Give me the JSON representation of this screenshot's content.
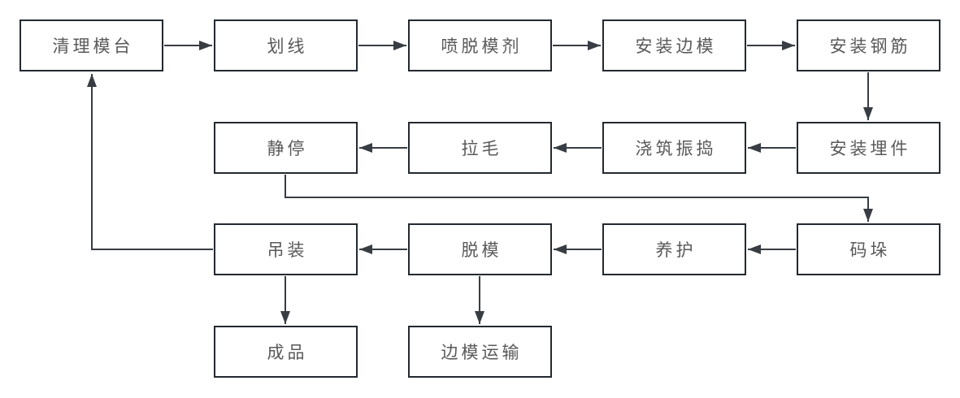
{
  "diagram": {
    "type": "flowchart",
    "nodes": [
      {
        "id": "clean-mold-table",
        "label": "清理模台"
      },
      {
        "id": "marking",
        "label": "划线"
      },
      {
        "id": "spray-release-agent",
        "label": "喷脱模剂"
      },
      {
        "id": "install-side-mold",
        "label": "安装边模"
      },
      {
        "id": "install-rebar",
        "label": "安装钢筋"
      },
      {
        "id": "install-embedded-parts",
        "label": "安装埋件"
      },
      {
        "id": "pour-and-vibrate",
        "label": "浇筑振捣"
      },
      {
        "id": "roughening",
        "label": "拉毛"
      },
      {
        "id": "resting",
        "label": "静停"
      },
      {
        "id": "stacking",
        "label": "码垛"
      },
      {
        "id": "curing",
        "label": "养护"
      },
      {
        "id": "demolding",
        "label": "脱模"
      },
      {
        "id": "lifting",
        "label": "吊装"
      },
      {
        "id": "finished-product",
        "label": "成品"
      },
      {
        "id": "side-mold-transport",
        "label": "边模运输"
      }
    ],
    "edges": [
      {
        "from": "clean-mold-table",
        "to": "marking"
      },
      {
        "from": "marking",
        "to": "spray-release-agent"
      },
      {
        "from": "spray-release-agent",
        "to": "install-side-mold"
      },
      {
        "from": "install-side-mold",
        "to": "install-rebar"
      },
      {
        "from": "install-rebar",
        "to": "install-embedded-parts"
      },
      {
        "from": "install-embedded-parts",
        "to": "pour-and-vibrate"
      },
      {
        "from": "pour-and-vibrate",
        "to": "roughening"
      },
      {
        "from": "roughening",
        "to": "resting"
      },
      {
        "from": "resting",
        "to": "stacking"
      },
      {
        "from": "stacking",
        "to": "curing"
      },
      {
        "from": "curing",
        "to": "demolding"
      },
      {
        "from": "demolding",
        "to": "lifting"
      },
      {
        "from": "lifting",
        "to": "finished-product"
      },
      {
        "from": "demolding",
        "to": "side-mold-transport"
      },
      {
        "from": "lifting",
        "to": "clean-mold-table"
      }
    ],
    "colors": {
      "background": "#ffffff",
      "box_border": "#232931",
      "box_fill": "#ffffff",
      "text": "#595959",
      "arrow": "#383d43"
    }
  }
}
